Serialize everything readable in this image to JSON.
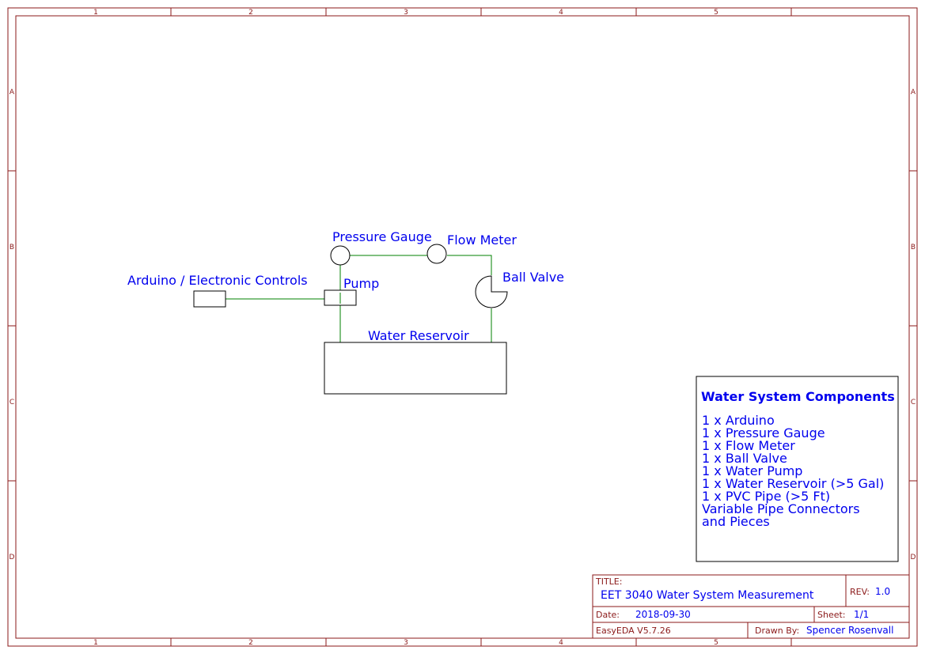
{
  "frame": {
    "columns": [
      "1",
      "2",
      "3",
      "4",
      "5"
    ],
    "rows": [
      "A",
      "B",
      "C",
      "D"
    ],
    "color": "#8b1a1a"
  },
  "components": {
    "pressure_gauge": "Pressure Gauge",
    "flow_meter": "Flow Meter",
    "ball_valve": "Ball Valve",
    "pump": "Pump",
    "arduino": "Arduino / Electronic Controls",
    "reservoir": "Water Reservoir"
  },
  "bom": {
    "title": "Water System Components",
    "items": [
      "1 x Arduino",
      "1 x Pressure Gauge",
      "1 x Flow Meter",
      "1 x Ball Valve",
      "1 x Water Pump",
      "1 x Water Reservoir (>5 Gal)",
      "1 x PVC Pipe (>5 Ft)",
      "Variable Pipe Connectors",
      "and Pieces"
    ]
  },
  "title_block": {
    "title_label": "TITLE:",
    "title": "EET 3040 Water System Measurement",
    "rev_label": "REV:",
    "rev": "1.0",
    "date_label": "Date:",
    "date": "2018-09-30",
    "sheet_label": "Sheet:",
    "sheet": "1/1",
    "software": "EasyEDA V5.7.26",
    "drawn_by_label": "Drawn By:",
    "drawn_by": "Spencer Rosenvall"
  },
  "colors": {
    "wire": "#008000",
    "label": "#0000ee",
    "frame": "#8b1a1a"
  }
}
